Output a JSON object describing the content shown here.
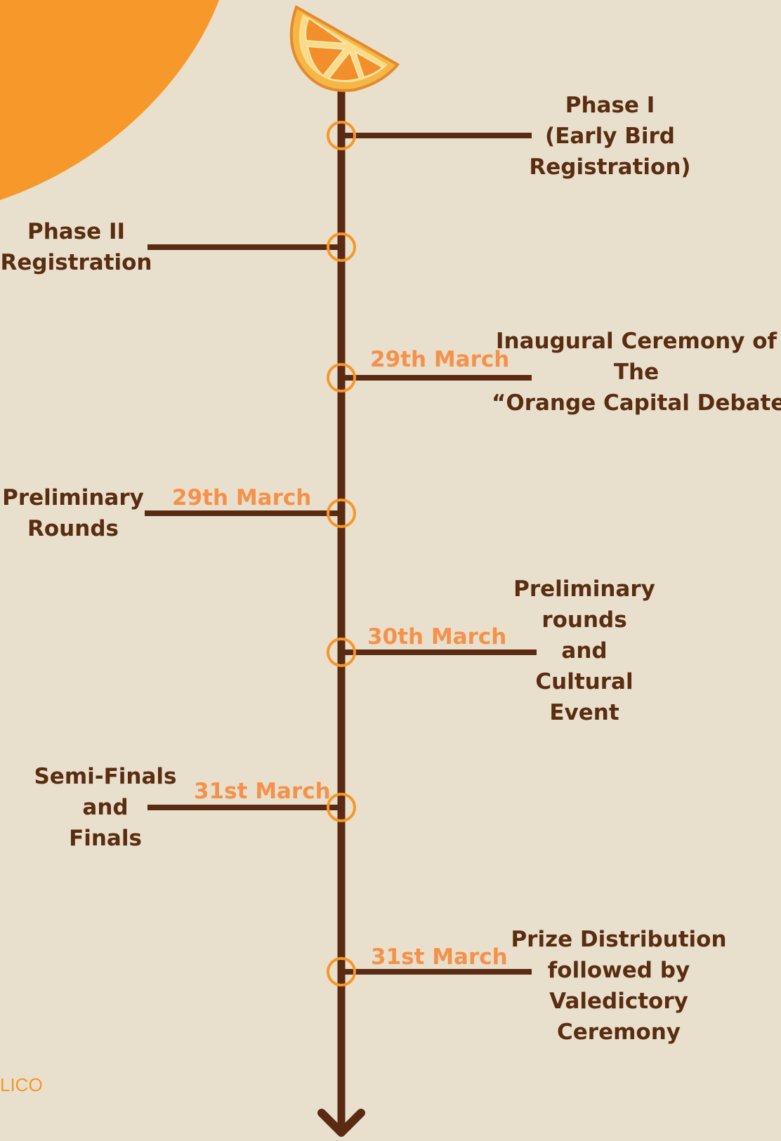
{
  "timeline": {
    "events": [
      {
        "label": "Phase I\n(Early Bird\nRegistration)",
        "date": ""
      },
      {
        "label": "Phase II\nRegistration",
        "date": ""
      },
      {
        "label": "Inaugural Ceremony of\nThe\n“Orange Capital Debate”",
        "date": "29th March"
      },
      {
        "label": "Preliminary\nRounds",
        "date": "29th March"
      },
      {
        "label": "Preliminary\nrounds\nand\nCultural\nEvent",
        "date": "30th March"
      },
      {
        "label": "Semi-Finals\nand\nFinals",
        "date": "31st March"
      },
      {
        "label": "Prize Distribution\nfollowed by\nValedictory\nCeremony",
        "date": "31st March"
      }
    ]
  },
  "footer": {
    "text": "LICO"
  },
  "colors": {
    "background": "#e8e0cd",
    "line": "#5a2a12",
    "accent_circle": "#f7962a",
    "sun": "#f7992a",
    "label": "#5a2d10",
    "date": "#f5914a"
  },
  "icons": {
    "top": "orange-slice-icon",
    "bottom": "arrow-down-icon"
  }
}
